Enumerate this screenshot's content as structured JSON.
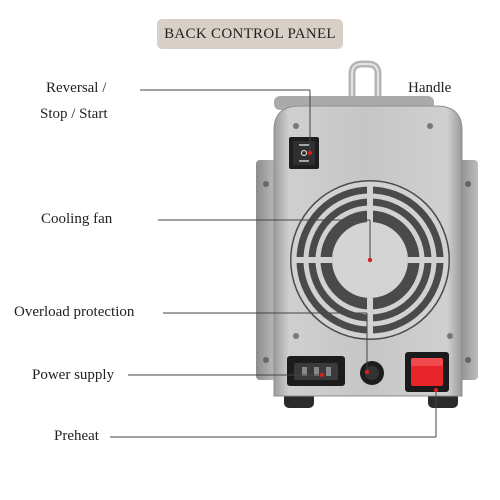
{
  "header": {
    "title": "BACK CONTROL PANEL"
  },
  "labels": {
    "reversal_line1": "Reversal  /",
    "reversal_line2": "Stop  / Start",
    "handle": "Handle",
    "cooling_fan": "Cooling fan",
    "overload": "Overload protection",
    "power_supply": "Power supply",
    "preheat": "Preheat"
  },
  "colors": {
    "pointer_dot": "#d81e1e",
    "rocker_switch": "#e8252b",
    "badge": "#d8d0c6",
    "steel": "#c4c4c4"
  }
}
